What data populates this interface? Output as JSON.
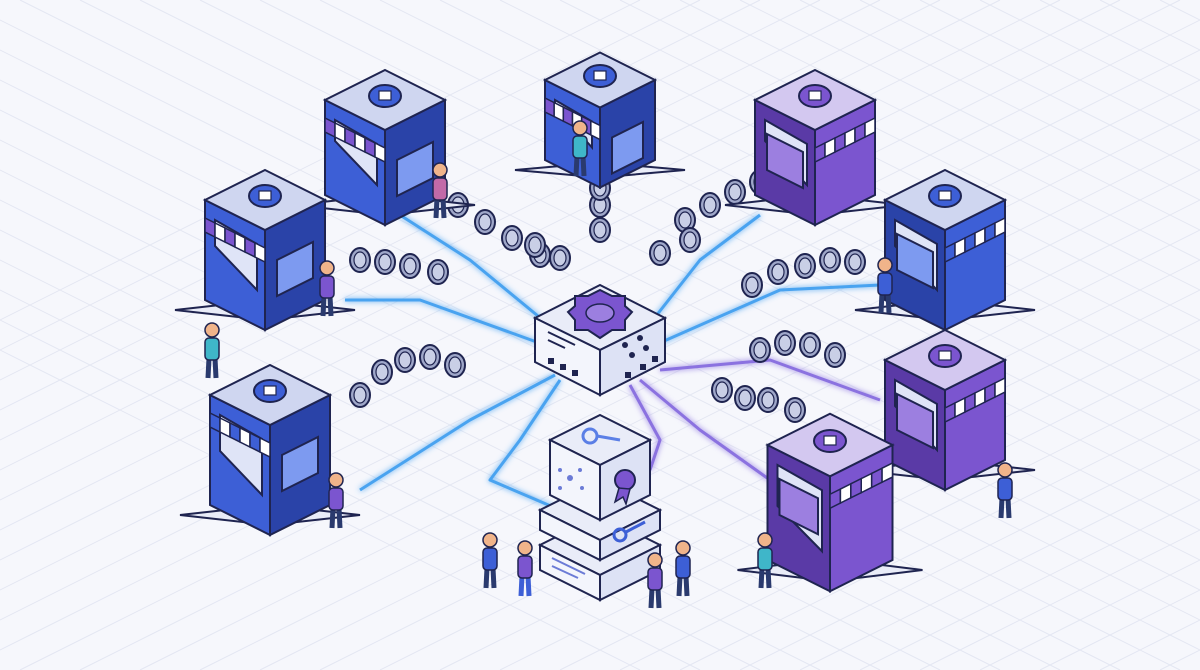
{
  "scene": {
    "colors": {
      "background": "#f6f7fc",
      "grid": "#e3e6f2",
      "outline": "#1f2450",
      "blue": "#3d5fd6",
      "blue_dark": "#2a43a8",
      "purple": "#7b55cf",
      "purple_dark": "#5a3aa6",
      "roof": "#cfd6f0",
      "roof_purple": "#d3c8f0",
      "base": "#e9ecf8",
      "cable_blue": "#4aa3f0",
      "cable_purple": "#8b72e0",
      "glow": "#9fd6ff",
      "skin": "#f0b48a"
    },
    "hub": {
      "top_icon": "gear-badge-icon",
      "front_icon": "cube-dots-icon"
    },
    "vault": {
      "icons": [
        "key-icon",
        "network-icon",
        "award-ribbon-icon",
        "key-icon",
        "document-lines-icon"
      ]
    },
    "storefronts": [
      {
        "id": "top-center",
        "color": "blue",
        "roof_icon": "storefront-icon",
        "awning": "purple"
      },
      {
        "id": "left-upper",
        "color": "blue",
        "roof_icon": "chat-bubble-icon",
        "awning": "purple"
      },
      {
        "id": "left-middle",
        "color": "blue",
        "roof_icon": "star-badge-icon",
        "awning": "purple"
      },
      {
        "id": "left-lower",
        "color": "blue",
        "roof_icon": "box-icon",
        "awning": "blue"
      },
      {
        "id": "right-upper",
        "color": "purple",
        "roof_icon": "shirt-icon",
        "awning": "purple"
      },
      {
        "id": "right-middle",
        "color": "blue",
        "roof_icon": "cube-icon",
        "awning": "blue"
      },
      {
        "id": "right-lower-a",
        "color": "purple",
        "roof_icon": "bar-chart-icon",
        "awning": "purple"
      },
      {
        "id": "right-lower-b",
        "color": "purple",
        "roof_icon": "box-icon",
        "awning": "purple"
      }
    ],
    "people_count": 12
  }
}
